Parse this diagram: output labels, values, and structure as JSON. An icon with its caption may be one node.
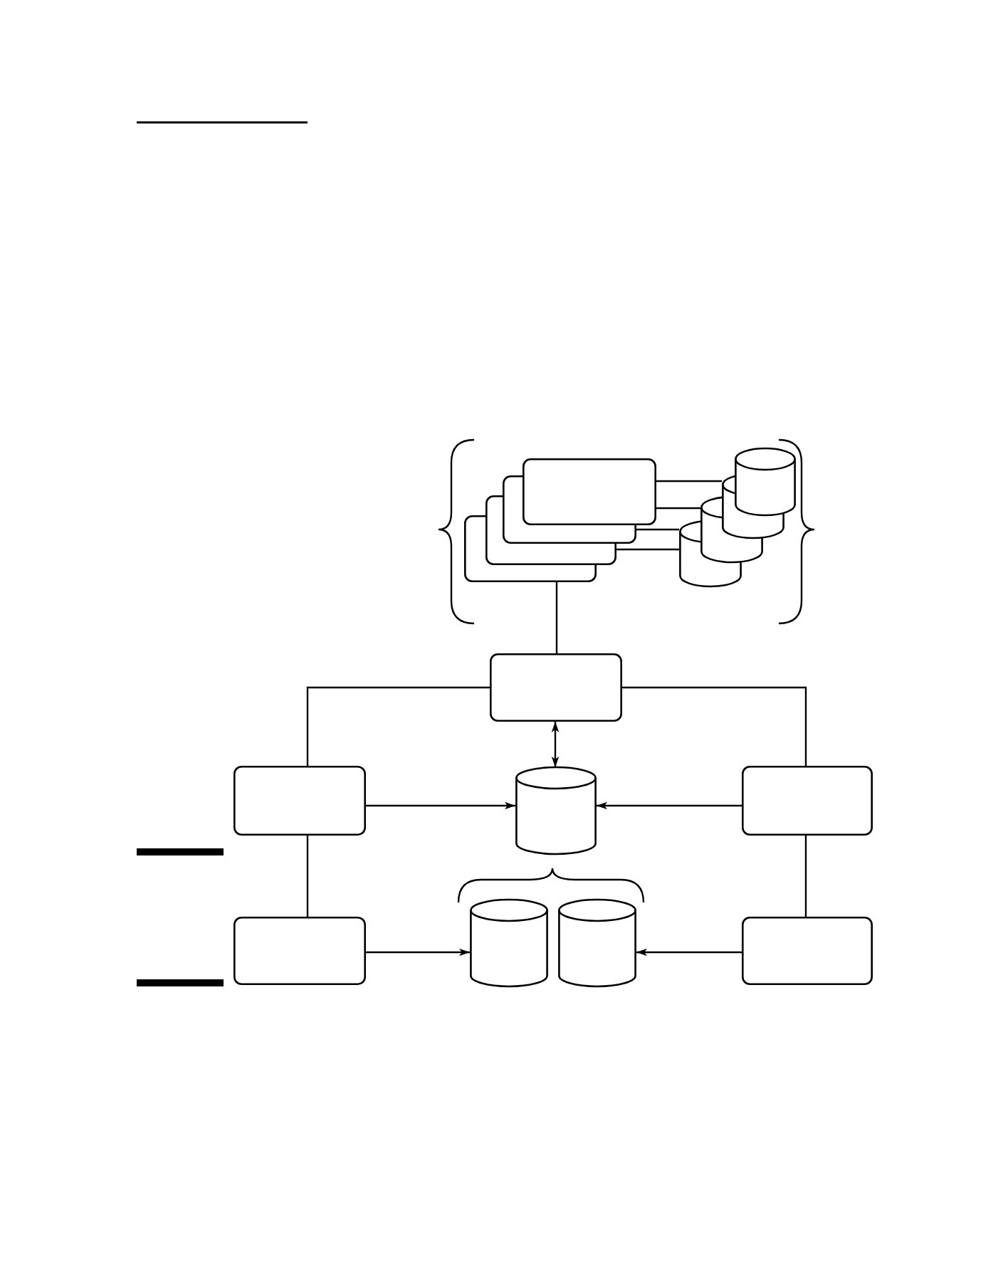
{
  "diagram": {
    "nodes": [
      {
        "text": [],
        "shape": "box"
      },
      {
        "text": [],
        "shape": "box"
      },
      {
        "text": [],
        "shape": "box"
      },
      {
        "text": [],
        "shape": "box"
      },
      {
        "text": [],
        "shape": "cylinder"
      },
      {
        "text": [],
        "shape": "cylinder"
      },
      {
        "text": [],
        "shape": "cylinder"
      },
      {
        "text": [],
        "shape": "cylinder"
      },
      {
        "text": [],
        "shape": "box"
      },
      {
        "text": [],
        "shape": "box"
      },
      {
        "text": [],
        "shape": "cylinder"
      },
      {
        "text": [],
        "shape": "box"
      },
      {
        "text": [],
        "shape": "box"
      },
      {
        "text": [],
        "shape": "cylinder"
      },
      {
        "text": [],
        "shape": "cylinder"
      },
      {
        "text": [],
        "shape": "box"
      }
    ],
    "edges": [
      {
        "from": 0,
        "to": 5,
        "arrow": "none"
      },
      {
        "from": 0,
        "to": 6,
        "arrow": "none"
      },
      {
        "from": 1,
        "to": 7,
        "arrow": "none"
      },
      {
        "from": 2,
        "to": 7,
        "arrow": "none"
      },
      {
        "from": 3,
        "to": 8,
        "arrow": "none"
      },
      {
        "from": 8,
        "to": 9,
        "arrow": "none"
      },
      {
        "from": 8,
        "to": 11,
        "arrow": "none"
      },
      {
        "from": 8,
        "to": 10,
        "arrow": "both"
      },
      {
        "from": 9,
        "to": 10,
        "arrow": "to"
      },
      {
        "from": 11,
        "to": 10,
        "arrow": "to"
      },
      {
        "from": 9,
        "to": 12,
        "arrow": "none"
      },
      {
        "from": 11,
        "to": 15,
        "arrow": "none"
      },
      {
        "from": 12,
        "to": 13,
        "arrow": "to"
      },
      {
        "from": 15,
        "to": 14,
        "arrow": "to"
      }
    ]
  }
}
